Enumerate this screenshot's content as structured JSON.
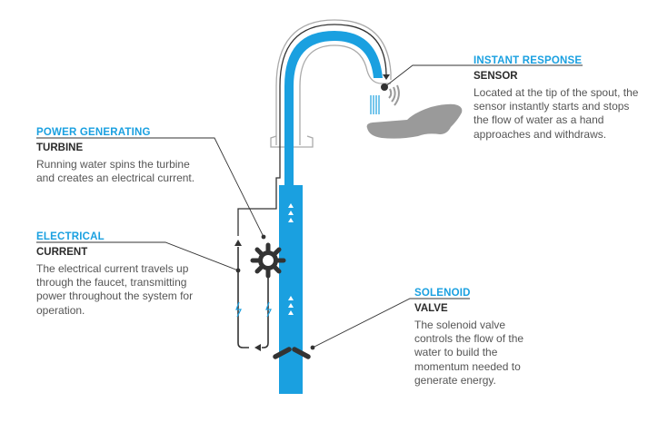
{
  "diagram": {
    "colors": {
      "water_blue": "#1aa0e0",
      "dark": "#333333",
      "outline_gray": "#aaaaaa",
      "hand_gray": "#9a9a9a",
      "text_gray": "#555555"
    },
    "callouts": [
      {
        "id": "sensor",
        "kicker": "INSTANT RESPONSE",
        "title": "SENSOR",
        "body": "Located at the tip of the spout, the sensor instantly starts and stops the flow of water as a hand approaches and withdraws."
      },
      {
        "id": "turbine",
        "kicker": "POWER GENERATING",
        "title": "TURBINE",
        "body": "Running water spins the turbine and creates an electrical current."
      },
      {
        "id": "current",
        "kicker": "ELECTRICAL",
        "title": "CURRENT",
        "body": "The electrical current travels up through the faucet, transmitting power throughout the system for operation."
      },
      {
        "id": "valve",
        "kicker": "SOLENOID",
        "title": "VALVE",
        "body": "The solenoid valve controls the flow of the water to build the momentum needed to generate energy."
      }
    ],
    "icons": [
      "faucet-icon",
      "sensor-icon",
      "hand-icon",
      "turbine-gear-icon",
      "lightning-bolt-icon",
      "valve-icon",
      "flow-arrow-icon"
    ]
  }
}
